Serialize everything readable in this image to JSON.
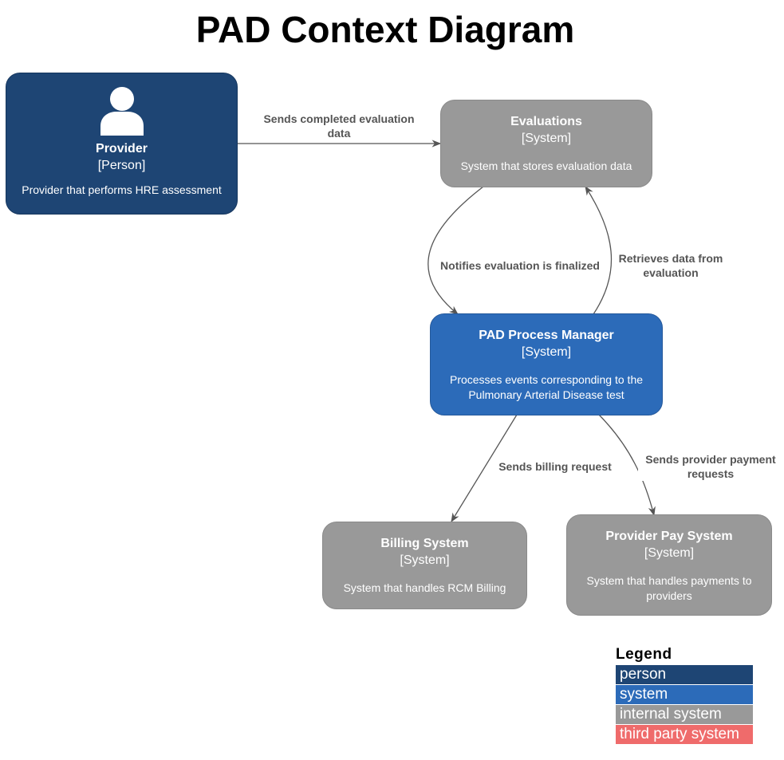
{
  "title": "PAD Context Diagram",
  "nodes": {
    "provider": {
      "name": "Provider",
      "kind": "[Person]",
      "desc": "Provider that performs HRE assessment",
      "icon": "person-icon"
    },
    "evaluations": {
      "name": "Evaluations",
      "kind": "[System]",
      "desc": "System that stores evaluation data"
    },
    "pad": {
      "name": "PAD Process Manager",
      "kind": "[System]",
      "desc": "Processes events corresponding to the Pulmonary Arterial Disease test"
    },
    "billing": {
      "name": "Billing System",
      "kind": "[System]",
      "desc": "System that handles RCM Billing"
    },
    "providerpay": {
      "name": "Provider Pay System",
      "kind": "[System]",
      "desc": "System that handles payments to providers"
    }
  },
  "edges": {
    "provider_to_evaluations": "Sends completed evaluation data",
    "evaluations_to_pad": "Notifies evaluation is finalized",
    "pad_to_evaluations": "Retrieves data from evaluation",
    "pad_to_billing": "Sends billing request",
    "pad_to_providerpay": "Sends provider payment requests"
  },
  "legend": {
    "title": "Legend",
    "items": [
      {
        "label": "person",
        "color": "#1e4574"
      },
      {
        "label": "system",
        "color": "#2c6bb9"
      },
      {
        "label": "internal system",
        "color": "#999999"
      },
      {
        "label": "third party system",
        "color": "#ef6b6b"
      }
    ]
  }
}
